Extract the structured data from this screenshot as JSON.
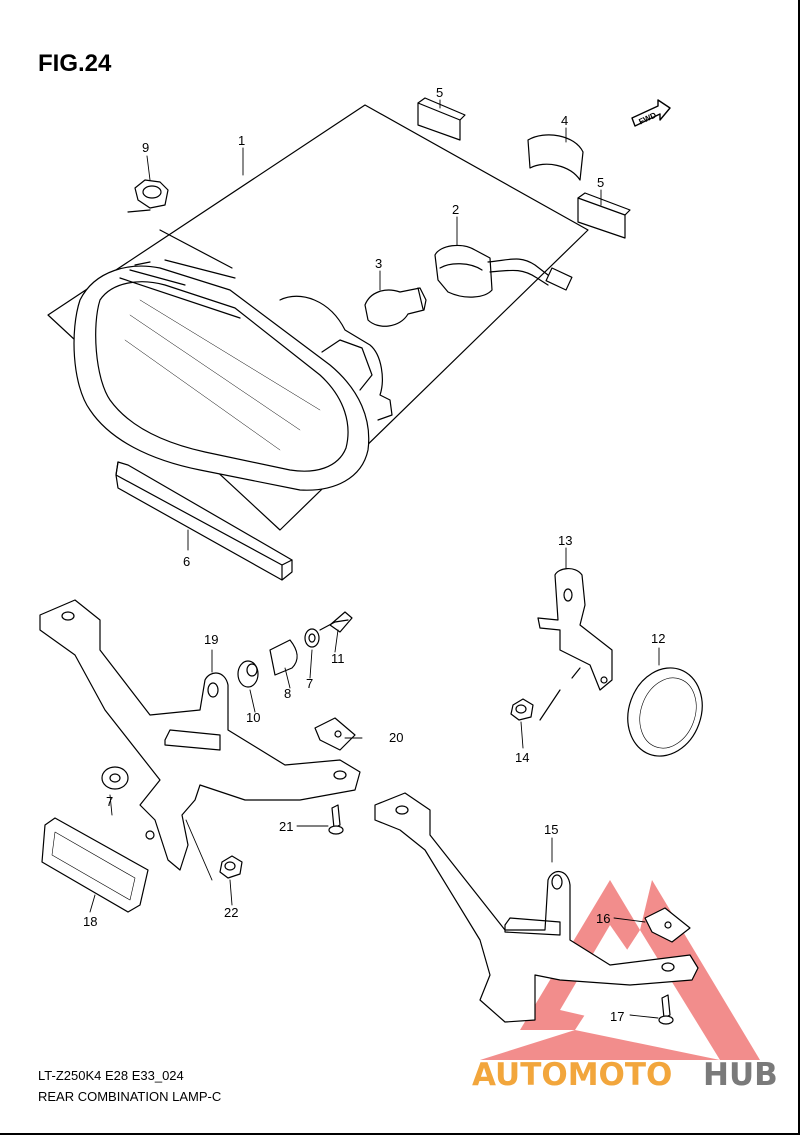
{
  "figure": {
    "title": "FIG.24"
  },
  "footer": {
    "code": "LT-Z250K4 E28 E33_024",
    "description": "REAR COMBINATION LAMP-C"
  },
  "fwd_badge": "FWD",
  "callouts": {
    "c1": "1",
    "c2": "2",
    "c3": "3",
    "c4": "4",
    "c5a": "5",
    "c5b": "5",
    "c6": "6",
    "c7a": "7",
    "c7b": "7",
    "c8": "8",
    "c9": "9",
    "c10": "10",
    "c11": "11",
    "c12": "12",
    "c13": "13",
    "c14": "14",
    "c15": "15",
    "c16": "16",
    "c17": "17",
    "c18": "18",
    "c19": "19",
    "c20": "20",
    "c21": "21",
    "c22": "22"
  },
  "watermark": {
    "part1": "AUTOMOTO",
    "part2": "HUB",
    "color_red": "#e8312f",
    "color_orange": "#f2a63c",
    "color_gray": "#7a7a7a"
  }
}
